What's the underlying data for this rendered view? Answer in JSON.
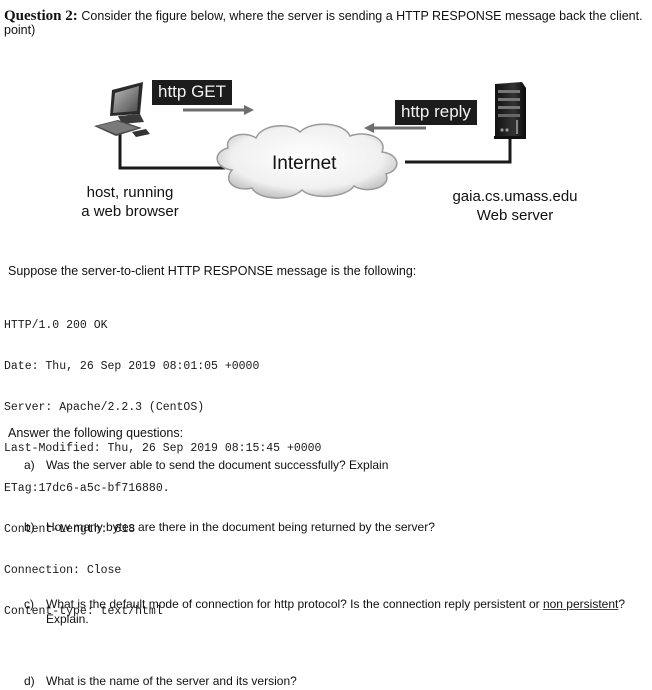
{
  "header": {
    "question_number": "Question 2:",
    "question_text": "Consider the figure below, where the server is sending a HTTP RESPONSE message back the client.",
    "continuation": "point)"
  },
  "figure": {
    "client_label_line1": "host, running",
    "client_label_line2": "a web browser",
    "request_label": "http GET",
    "reply_label": "http reply",
    "network_label": "Internet",
    "server_label_line1": "gaia.cs.umass.edu",
    "server_label_line2": "Web server",
    "icons": [
      "desktop-computer-icon",
      "server-tower-icon",
      "cloud-icon",
      "arrow-right-icon",
      "arrow-left-icon"
    ]
  },
  "intro": "Suppose the server-to-client HTTP RESPONSE message is the following:",
  "response_lines": [
    "HTTP/1.0 200 OK",
    "Date: Thu, 26 Sep 2019 08:01:05 +0000",
    "Server: Apache/2.2.3 (CentOS)",
    "Last-Modified: Thu, 26 Sep 2019 08:15:45 +0000",
    "ETag:17dc6-a5c-bf716880.",
    "Content-Length: 618",
    "Connection: Close",
    "Content-type: text/html"
  ],
  "answer_header": "Answer the following questions:",
  "questions": [
    {
      "letter": "a)",
      "text": "Was the server able to send the document successfully? Explain"
    },
    {
      "letter": "b)",
      "text": "How many bytes are there in the document being returned by the server?"
    },
    {
      "letter": "c)",
      "text_before": "What is the default mode of connection for http protocol? Is the connection reply persistent or ",
      "underlined": "non persistent",
      "text_after": "?",
      "line2": "Explain."
    },
    {
      "letter": "d)",
      "text": "What is the name of the server and its version?"
    }
  ]
}
